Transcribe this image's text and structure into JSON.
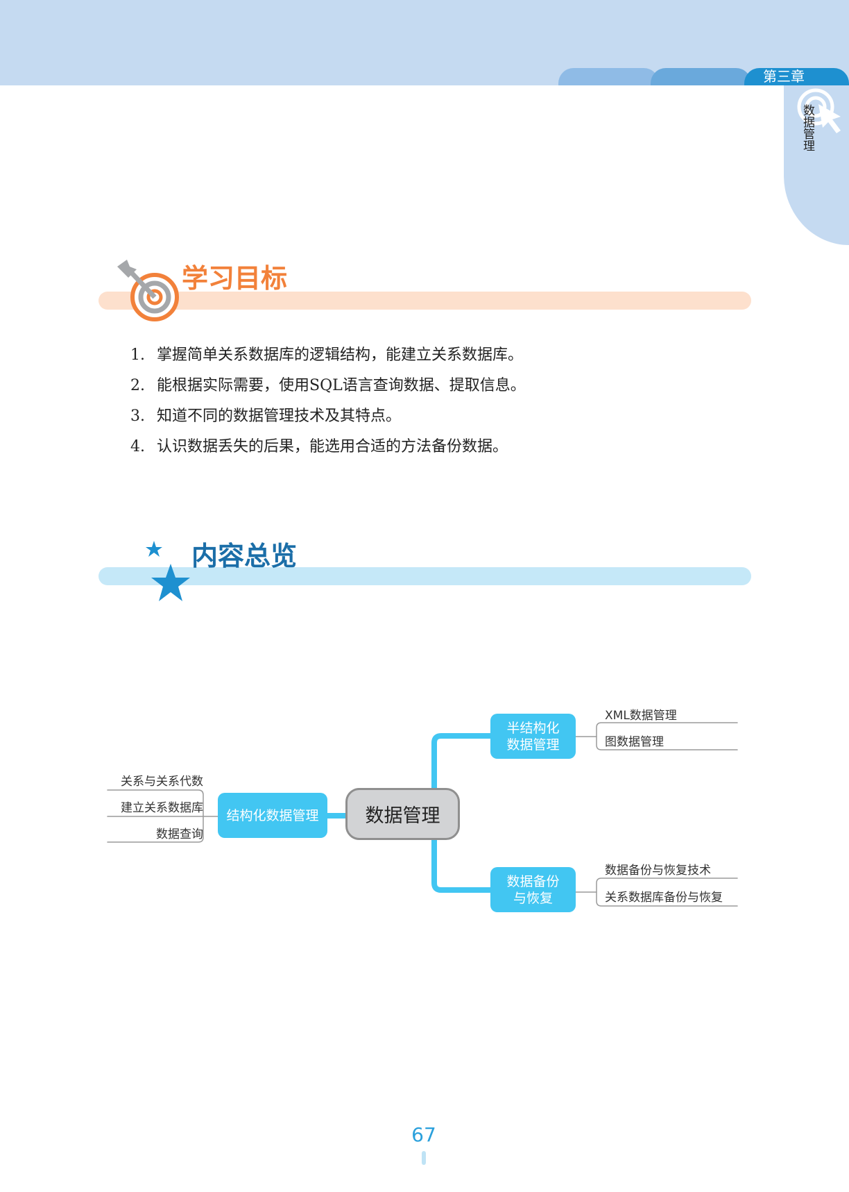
{
  "header": {
    "chapter_label": "第三章",
    "side_title": "数据管理"
  },
  "goals": {
    "title": "学习目标",
    "items": [
      {
        "num": "1.",
        "text": "掌握简单关系数据库的逻辑结构，能建立关系数据库。"
      },
      {
        "num": "2.",
        "text": "能根据实际需要，使用SQL语言查询数据、提取信息。"
      },
      {
        "num": "3.",
        "text": "知道不同的数据管理技术及其特点。"
      },
      {
        "num": "4.",
        "text": "认识数据丢失的后果，能选用合适的方法备份数据。"
      }
    ]
  },
  "overview": {
    "title": "内容总览",
    "mindmap": {
      "center": "数据管理",
      "structured": {
        "label": "结构化数据管理",
        "leaves": [
          "关系与关系代数",
          "建立关系数据库",
          "数据查询"
        ]
      },
      "semi": {
        "label_line1": "半结构化",
        "label_line2": "数据管理",
        "leaves": [
          "XML数据管理",
          "图数据管理"
        ]
      },
      "backup": {
        "label_line1": "数据备份",
        "label_line2": "与恢复",
        "leaves": [
          "数据备份与恢复技术",
          "关系数据库备份与恢复"
        ]
      }
    }
  },
  "footer": {
    "page_number": "67"
  },
  "colors": {
    "orange": "#f2813a",
    "blue_title": "#1b6ea8",
    "node": "#42c6f2",
    "chapter_tab": "#1e90d0"
  }
}
